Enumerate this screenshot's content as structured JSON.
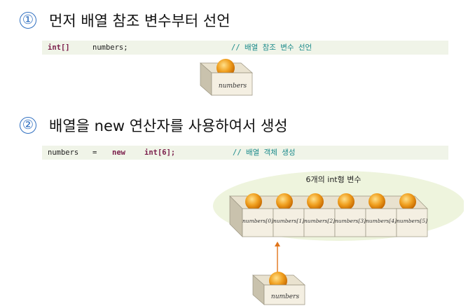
{
  "step1": {
    "number": "①",
    "title": "먼저 배열 참조 변수부터 선언"
  },
  "code1": {
    "type": "int[]",
    "name": "numbers;",
    "comment": "// 배열 참조 변수 선언"
  },
  "box1": {
    "label": "numbers"
  },
  "step2": {
    "number": "②",
    "title": "배열을 new 연산자를 사용하여서 생성"
  },
  "code2": {
    "name": "numbers",
    "eq": "=",
    "kw_new": "new",
    "expr": "int[6];",
    "comment": "// 배열 객체 생성"
  },
  "array": {
    "caption": "6개의 int형 변수",
    "cells": [
      "numbers[0]",
      "numbers[1]",
      "numbers[2]",
      "numbers[3]",
      "numbers[4]",
      "numbers[5]"
    ]
  },
  "box2": {
    "label": "numbers"
  },
  "colors": {
    "step_number": "#2f6fc0",
    "keyword": "#7a1d4a",
    "comment": "#1a8a8a",
    "code_bg": "#f0f4e8",
    "arrow": "#e0741a",
    "ball": "#f0a020"
  }
}
